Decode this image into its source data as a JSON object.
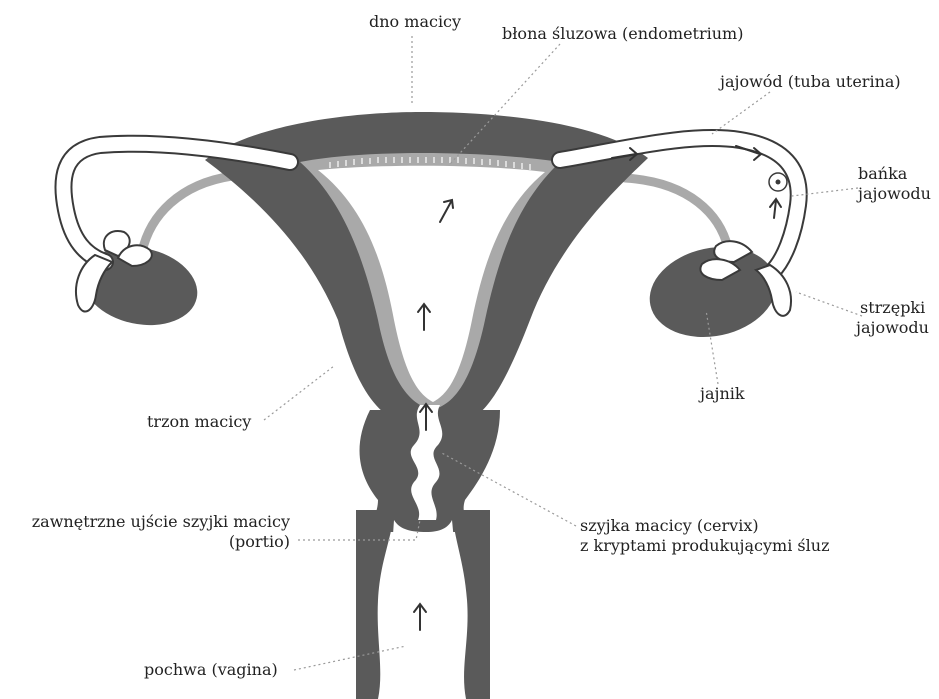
{
  "labels": {
    "dno": "dno macicy",
    "endometrium": "błona śluzowa (endometrium)",
    "jajowod": "jajowód (tuba uterina)",
    "banka_1": "bańka",
    "banka_2": "jajowodu",
    "strzepki_1": "strzępki",
    "strzepki_2": "jajowodu",
    "jajnik": "jajnik",
    "trzon": "trzon macicy",
    "ujscie_1": "zawnętrzne ujście szyjki macicy",
    "ujscie_2": "(portio)",
    "szyjka_1": "szyjka macicy (cervix)",
    "szyjka_2": "z kryptami produkującymi śluz",
    "pochwa": "pochwa (vagina)"
  },
  "colors": {
    "tissue": "#5a5a5a",
    "endometrium": "#a9a9a9",
    "cavity": "#ffffff",
    "outline": "#3a3a3a",
    "leader": "#9a9a9a"
  }
}
